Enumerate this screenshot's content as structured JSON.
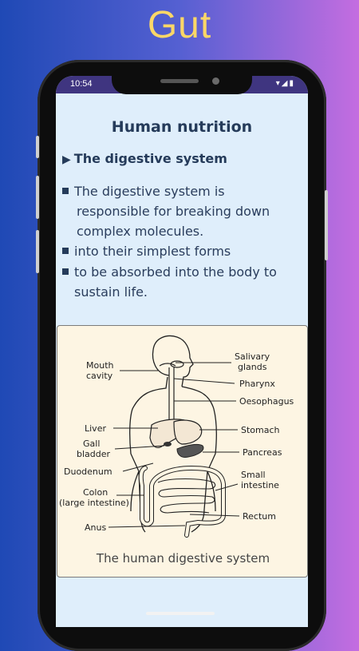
{
  "promo": {
    "title": "Gut"
  },
  "status_bar": {
    "time": "10:54",
    "icons": "▾◢▮"
  },
  "page": {
    "heading": "Human nutrition",
    "subheading": "The digestive system",
    "paragraphs": [
      "The digestive system is",
      "responsible for breaking down",
      "complex molecules.",
      "into their simplest forms",
      "to be absorbed into the body to",
      "sustain life."
    ]
  },
  "figure": {
    "caption": "The human digestive system",
    "labels": {
      "mouth_cavity": [
        "Mouth",
        "cavity"
      ],
      "salivary_glands": [
        "Salivary",
        "glands"
      ],
      "pharynx": "Pharynx",
      "oesophagus": "Oesophagus",
      "liver": "Liver",
      "gall_bladder": [
        "Gall",
        "bladder"
      ],
      "stomach": "Stomach",
      "pancreas": "Pancreas",
      "duodenum": "Duodenum",
      "small_intestine": [
        "Small",
        "intestine"
      ],
      "colon": [
        "Colon",
        "(large intestine)"
      ],
      "rectum": "Rectum",
      "anus": "Anus"
    }
  },
  "colors": {
    "status_bar": "#3f3580",
    "screen_bg": "#dfeefb",
    "text": "#253b5a",
    "promo_title": "#fbd767"
  }
}
